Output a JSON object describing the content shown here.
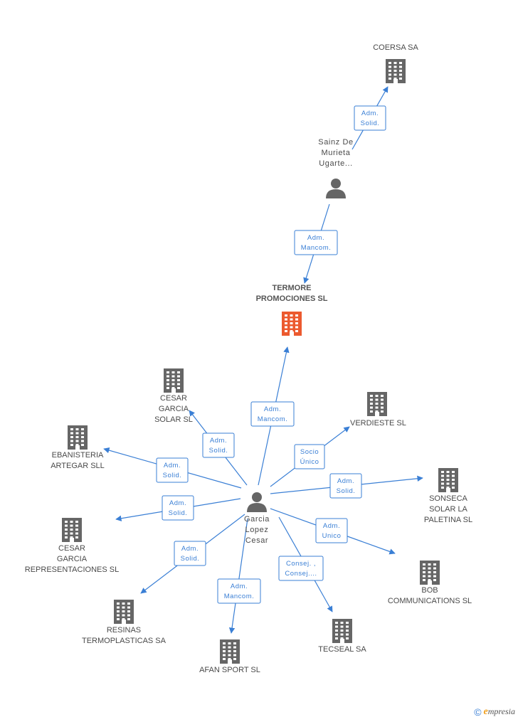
{
  "colors": {
    "edge": "#3a7fd5",
    "company": "#666666",
    "focus": "#ec5a2f",
    "person": "#666666"
  },
  "nodes": [
    {
      "id": "coersa",
      "type": "company",
      "icon": "building-icon",
      "label": [
        "COERSA SA"
      ]
    },
    {
      "id": "sainz",
      "type": "person",
      "icon": "person-icon",
      "label": [
        "Sainz De",
        "Murieta",
        "Ugarte..."
      ]
    },
    {
      "id": "termore",
      "type": "company",
      "focus": true,
      "icon": "building-icon",
      "label": [
        "TERMORE",
        "PROMOCIONES SL"
      ]
    },
    {
      "id": "garcia",
      "type": "person",
      "icon": "person-icon",
      "label": [
        "Garcia",
        "Lopez",
        "Cesar"
      ]
    },
    {
      "id": "cesar_solar",
      "type": "company",
      "icon": "building-icon",
      "label": [
        "CESAR",
        "GARCIA",
        "SOLAR SL"
      ]
    },
    {
      "id": "verdieste",
      "type": "company",
      "icon": "building-icon",
      "label": [
        "VERDIESTE SL"
      ]
    },
    {
      "id": "ebanisteria",
      "type": "company",
      "icon": "building-icon",
      "label": [
        "EBANISTERIA",
        "ARTEGAR  SLL"
      ]
    },
    {
      "id": "sonseca",
      "type": "company",
      "icon": "building-icon",
      "label": [
        "SONSECA",
        "SOLAR LA",
        "PALETINA SL"
      ]
    },
    {
      "id": "cesar_repr",
      "type": "company",
      "icon": "building-icon",
      "label": [
        "CESAR",
        "GARCIA",
        "REPRESENTACIONES SL"
      ]
    },
    {
      "id": "bob",
      "type": "company",
      "icon": "building-icon",
      "label": [
        "BOB",
        "COMMUNICATIONS SL"
      ]
    },
    {
      "id": "resinas",
      "type": "company",
      "icon": "building-icon",
      "label": [
        "RESINAS",
        "TERMOPLASTICAS SA"
      ]
    },
    {
      "id": "tecseal",
      "type": "company",
      "icon": "building-icon",
      "label": [
        "TECSEAL SA"
      ]
    },
    {
      "id": "afan",
      "type": "company",
      "icon": "building-icon",
      "label": [
        "AFAN SPORT SL"
      ]
    }
  ],
  "edges": [
    {
      "id": "e-sainz-coersa",
      "label": [
        "Adm.",
        "Solid."
      ]
    },
    {
      "id": "e-sainz-termore",
      "label": [
        "Adm.",
        "Mancom."
      ]
    },
    {
      "id": "e-garcia-termore",
      "label": [
        "Adm.",
        "Mancom."
      ]
    },
    {
      "id": "e-garcia-cesarsolar",
      "label": [
        "Adm.",
        "Solid."
      ]
    },
    {
      "id": "e-garcia-verdieste",
      "label": [
        "Socio",
        "Único"
      ]
    },
    {
      "id": "e-garcia-ebanisteria",
      "label": [
        "Adm.",
        "Solid."
      ]
    },
    {
      "id": "e-garcia-sonseca",
      "label": [
        "Adm.",
        "Solid."
      ]
    },
    {
      "id": "e-garcia-cesarrepr",
      "label": [
        "Adm.",
        "Solid."
      ]
    },
    {
      "id": "e-garcia-bob",
      "label": [
        "Adm.",
        "Unico"
      ]
    },
    {
      "id": "e-garcia-resinas",
      "label": [
        "Adm.",
        "Solid."
      ]
    },
    {
      "id": "e-garcia-tecseal",
      "label": [
        "Consej. ,",
        "Consej...."
      ]
    },
    {
      "id": "e-garcia-afan",
      "label": [
        "Adm.",
        "Mancom."
      ]
    }
  ],
  "footer": {
    "copyright": "©",
    "brand_e": "e",
    "brand_rest": "mpresia"
  }
}
